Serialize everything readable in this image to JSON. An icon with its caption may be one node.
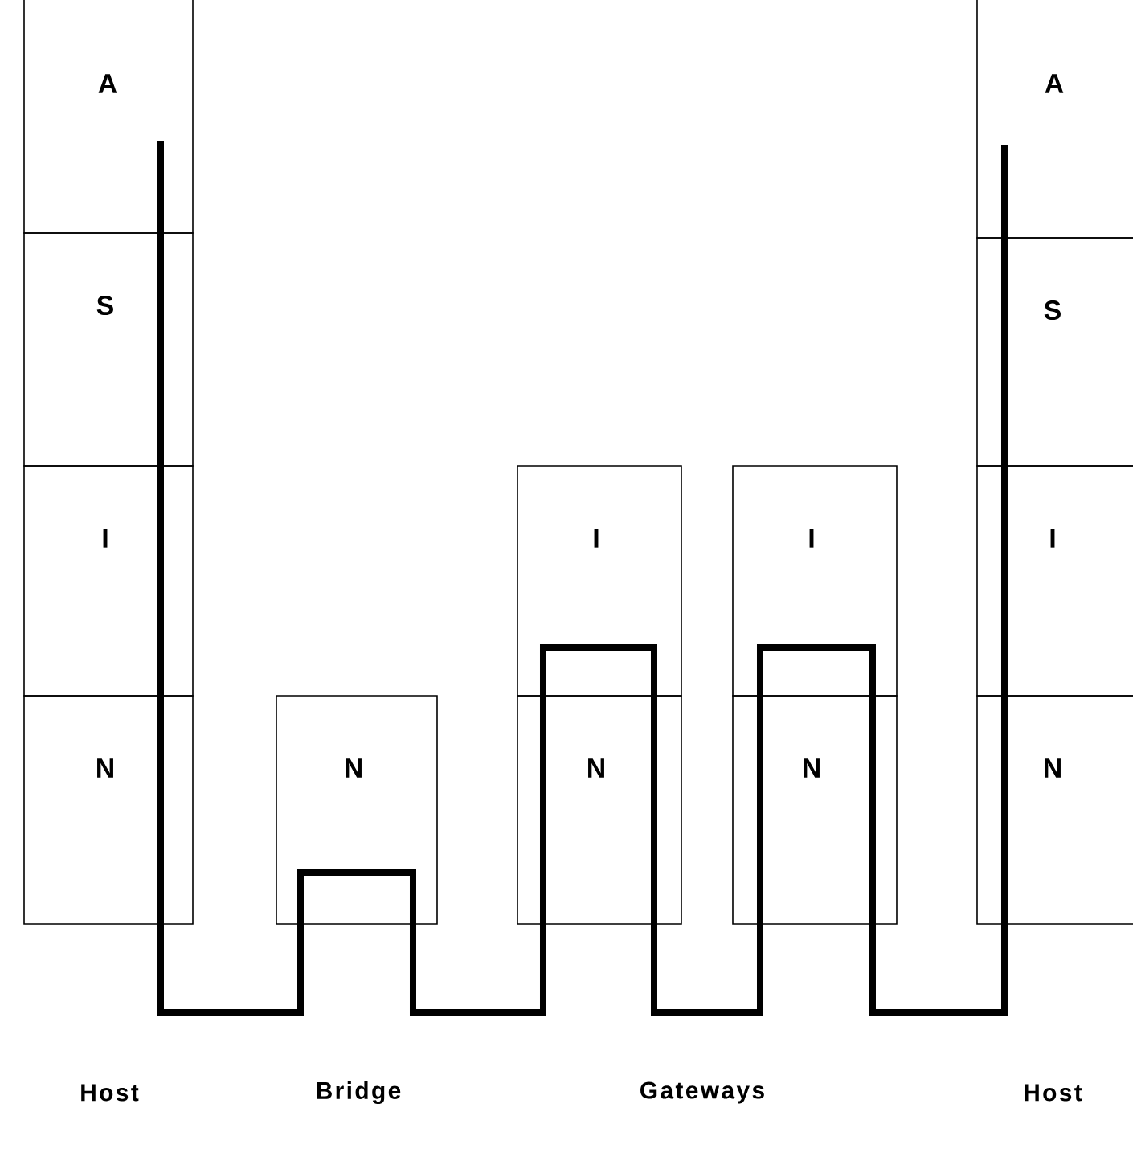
{
  "diagram": {
    "nodes": [
      {
        "text": [
          "A"
        ]
      },
      {
        "text": [
          "S"
        ]
      },
      {
        "text": [
          "I"
        ]
      },
      {
        "text": [
          "N"
        ]
      },
      {
        "text": [
          "N"
        ]
      },
      {
        "text": [
          "I"
        ]
      },
      {
        "text": [
          "N"
        ]
      },
      {
        "text": [
          "I"
        ]
      },
      {
        "text": [
          "N"
        ]
      },
      {
        "text": [
          "A"
        ]
      },
      {
        "text": [
          "S"
        ]
      },
      {
        "text": [
          "I"
        ]
      },
      {
        "text": [
          "N"
        ]
      }
    ],
    "labels": [
      "Host",
      "Bridge",
      "Gateways",
      "Host"
    ]
  }
}
